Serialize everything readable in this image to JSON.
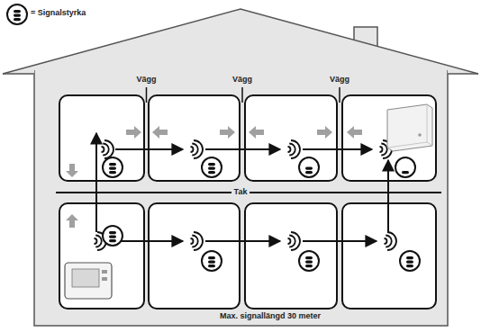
{
  "diagram": {
    "labels": [
      "Vägg",
      "Vägg",
      "Vägg",
      "Tak",
      "Max. signallängd 30 meter"
    ],
    "legend": [
      {
        "text": "= Signalstyrka"
      }
    ]
  }
}
